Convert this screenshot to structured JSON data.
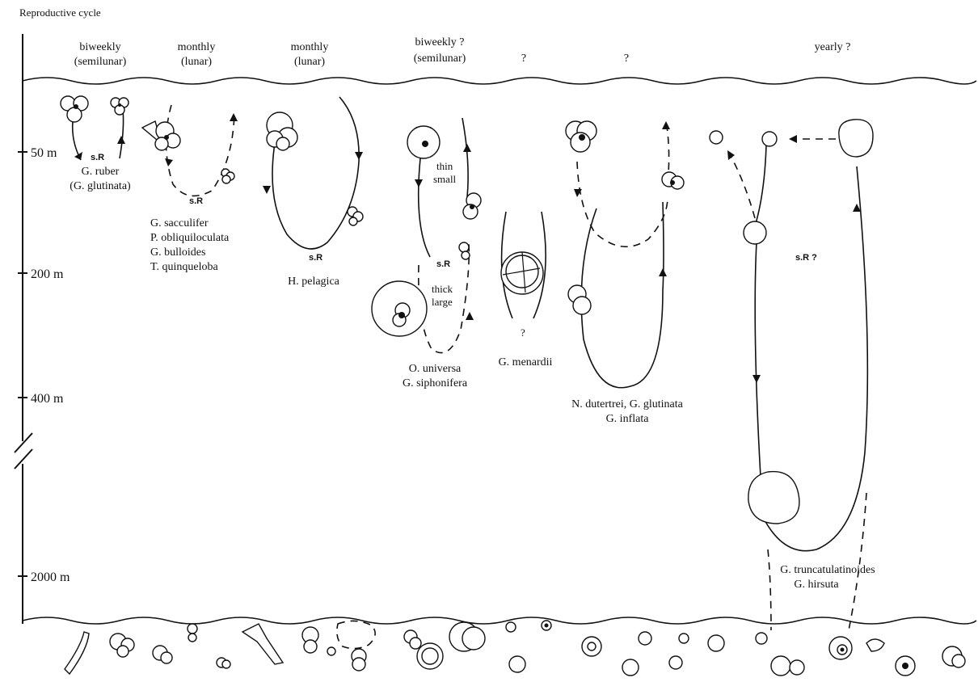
{
  "header_label": "Reproductive cycle",
  "depth_labels": [
    "50 m",
    "200 m",
    "400 m",
    "2000 m"
  ],
  "cycles": [
    {
      "line1": "biweekly",
      "line2": "(semilunar)"
    },
    {
      "line1": "monthly",
      "line2": "(lunar)"
    },
    {
      "line1": "monthly",
      "line2": "(lunar)"
    },
    {
      "line1": "biweekly ?",
      "line2": "(semilunar)"
    },
    {
      "line1": "?",
      "line2": ""
    },
    {
      "line1": "?",
      "line2": ""
    },
    {
      "line1": "yearly ?",
      "line2": ""
    }
  ],
  "species_groups": [
    {
      "lines": [
        "G. ruber",
        "(G. glutinata)"
      ]
    },
    {
      "lines": [
        "G. sacculifer",
        "P. obliquiloculata",
        "G. bulloides",
        "T. quinqueloba"
      ]
    },
    {
      "lines": [
        "H. pelagica"
      ]
    },
    {
      "lines": [
        "O. universa",
        "G. siphonifera"
      ]
    },
    {
      "lines": [
        "G. menardii"
      ]
    },
    {
      "lines": [
        "N. dutertrei, G. glutinata",
        "G. inflata"
      ]
    },
    {
      "lines": [
        "G. truncatulatinoides",
        "G. hirsuta"
      ]
    }
  ],
  "annotations": {
    "sr": "s.R",
    "sr_q": "s.R ?",
    "thin": "thin",
    "small": "small",
    "thick": "thick",
    "large": "large",
    "q": "?"
  }
}
